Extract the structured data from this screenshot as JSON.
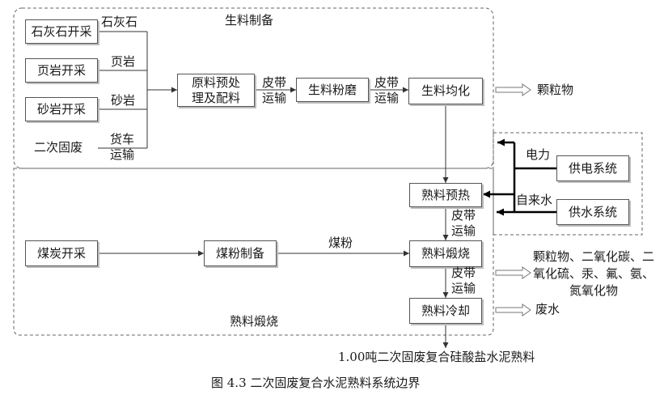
{
  "regions": {
    "raw_material_prep": "生料制备",
    "clinker_calcination": "熟料煅烧"
  },
  "boxes": {
    "limestone_mining": "石灰石开采",
    "shale_mining": "页岩开采",
    "sandstone_mining": "砂岩开采",
    "raw_pretreatment": "原料预处理及配料",
    "raw_grinding": "生料粉磨",
    "raw_homogenization": "生料均化",
    "clinker_preheating": "熟料预热",
    "coal_mining": "煤炭开采",
    "coal_powder_making": "煤粉制备",
    "clinker_calcining": "熟料煅烧",
    "clinker_cooling": "熟料冷却",
    "power_supply_system": "供电系统",
    "water_supply_system": "供水系统"
  },
  "labels": {
    "limestone": "石灰石",
    "shale": "页岩",
    "sandstone": "砂岩",
    "secondary_solid_waste": "二次固废",
    "truck_transport": "货车运输",
    "belt_transport_1": "皮带运输",
    "belt_transport_2": "皮带运输",
    "belt_transport_3": "皮带运输",
    "belt_transport_4": "皮带运输",
    "coal_powder": "煤粉",
    "electricity": "电力",
    "tap_water": "自来水"
  },
  "emissions": {
    "particulates": "颗粒物",
    "kiln_emissions": "颗粒物、二氧化碳、二氧化硫、汞、氟、氨、氮氧化物",
    "wastewater": "废水"
  },
  "product": "1.00吨二次固废复合硅酸盐水泥熟料",
  "caption": "图 4.3 二次固废复合水泥熟料系统边界"
}
